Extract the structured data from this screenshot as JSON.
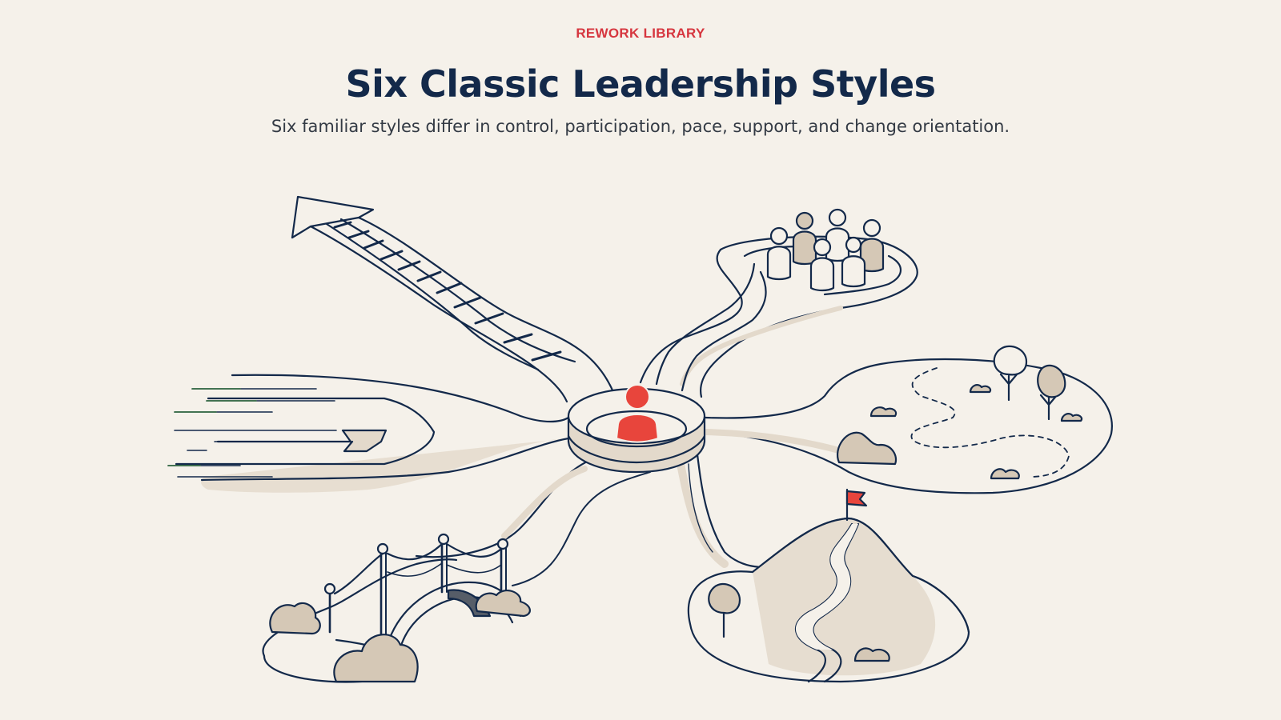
{
  "header": {
    "eyebrow": "REWORK LIBRARY",
    "title": "Six Classic Leadership Styles",
    "subtitle": "Six familiar styles differ in control, participation, pace, support, and change orientation."
  },
  "colors": {
    "background": "#f5f1ea",
    "ink": "#13294a",
    "accent": "#e8453c",
    "fill": "#e3d9cb",
    "fill_dark": "#d5c8b6"
  },
  "illustration": {
    "center": "leader-figure",
    "branches": [
      "arrow-ladder",
      "speed-arrow",
      "team-island",
      "meadow-path",
      "mountain-flag",
      "bridge"
    ]
  }
}
